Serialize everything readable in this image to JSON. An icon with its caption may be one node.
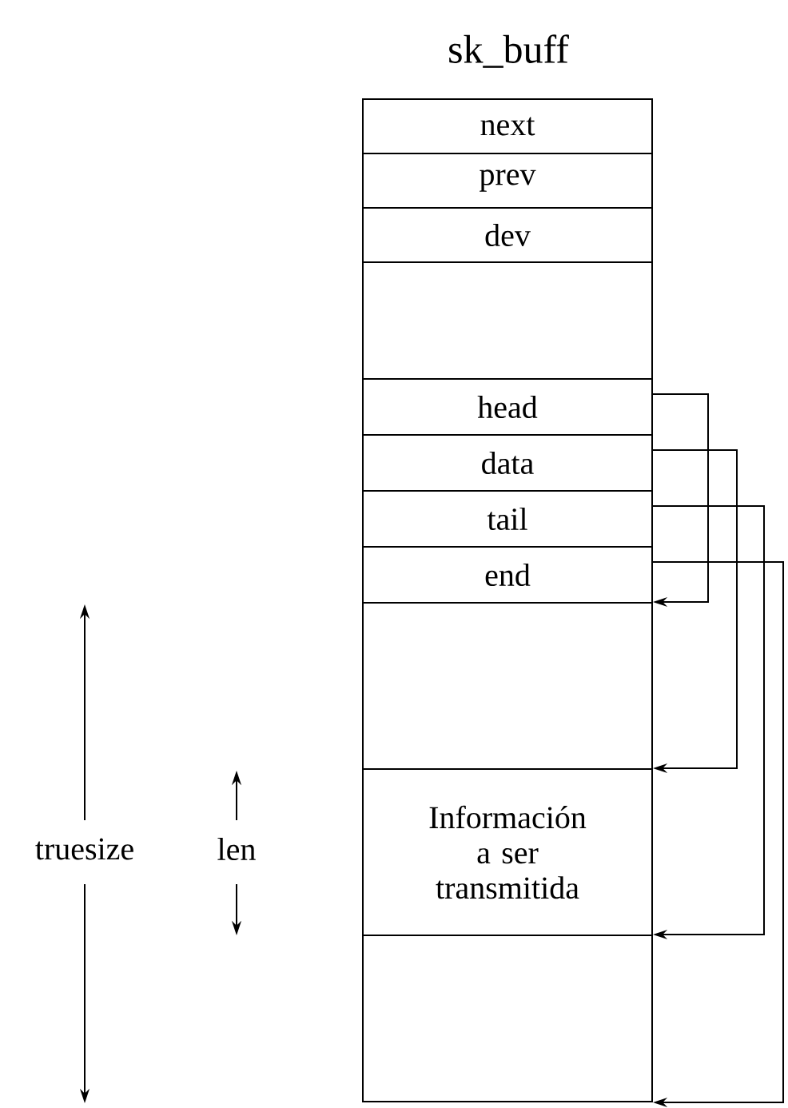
{
  "diagram": {
    "title": "sk_buff",
    "nodes": [
      {
        "text": [
          "next"
        ]
      },
      {
        "text": [
          "prev"
        ]
      },
      {
        "text": [
          "dev"
        ]
      },
      {
        "text": [],
        "shape": "box"
      },
      {
        "text": [
          "head"
        ]
      },
      {
        "text": [
          "data"
        ]
      },
      {
        "text": [
          "tail"
        ]
      },
      {
        "text": [
          "end"
        ]
      },
      {
        "text": [],
        "shape": "box"
      },
      {
        "text": [
          "Información a ser transmitida"
        ]
      },
      {
        "text": [],
        "shape": "box"
      }
    ],
    "edges": [
      {
        "from": 4,
        "to": 8,
        "arrow": "to"
      },
      {
        "from": 5,
        "to": 9,
        "arrow": "to"
      },
      {
        "from": 6,
        "to": 10,
        "arrow": "to"
      },
      {
        "from": 7,
        "to": 10,
        "arrow": "to"
      }
    ],
    "labels": [
      "truesize",
      "len"
    ]
  }
}
